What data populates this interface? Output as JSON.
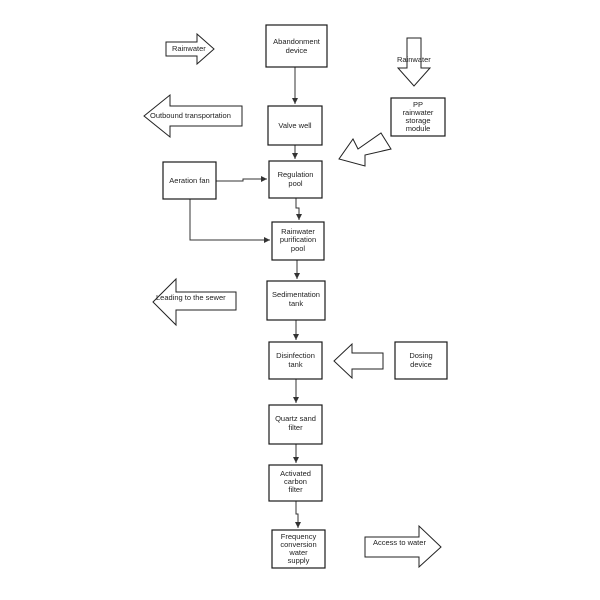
{
  "diagram": {
    "boxes": {
      "abandonment": [
        "Abandonment",
        "device"
      ],
      "valve_well": [
        "Valve well"
      ],
      "pp_module": [
        "PP",
        "rainwater",
        "storage",
        "module"
      ],
      "aeration_fan": [
        "Aeration fan"
      ],
      "regulation_pool": [
        "Regulation",
        "pool"
      ],
      "purification_pool": [
        "Rainwater",
        "purification",
        "pool"
      ],
      "sedimentation_tank": [
        "Sedimentation",
        "tank"
      ],
      "disinfection_tank": [
        "Disinfection",
        "tank"
      ],
      "dosing_device": [
        "Dosing",
        "device"
      ],
      "quartz_sand_filter": [
        "Quartz sand",
        "filter"
      ],
      "activated_carbon_filter": [
        "Activated",
        "carbon",
        "filter"
      ],
      "frequency_supply": [
        "Frequency",
        "conversion",
        "water",
        "supply"
      ]
    },
    "arrows": {
      "rainwater_right": "Rainwater",
      "rainwater_down": "Rainwater",
      "outbound": "Outbound transportation",
      "sewer": "Leading to the sewer",
      "access": "Access to water"
    }
  }
}
